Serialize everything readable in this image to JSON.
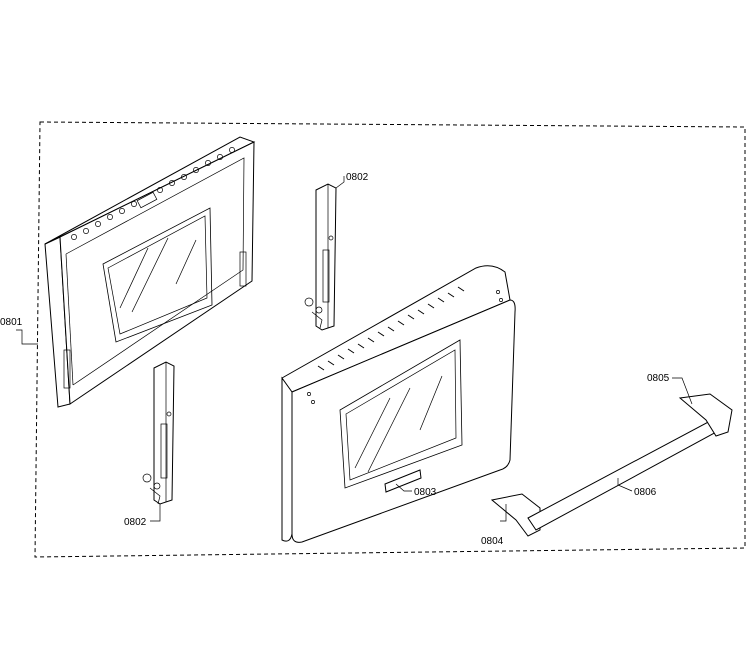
{
  "labels": {
    "frame": "0801",
    "hinge_top": "0802",
    "hinge_bottom": "0802",
    "outer_door": "0803",
    "handle_end_left": "0804",
    "handle_end_right": "0805",
    "handle_bar": "0806"
  }
}
